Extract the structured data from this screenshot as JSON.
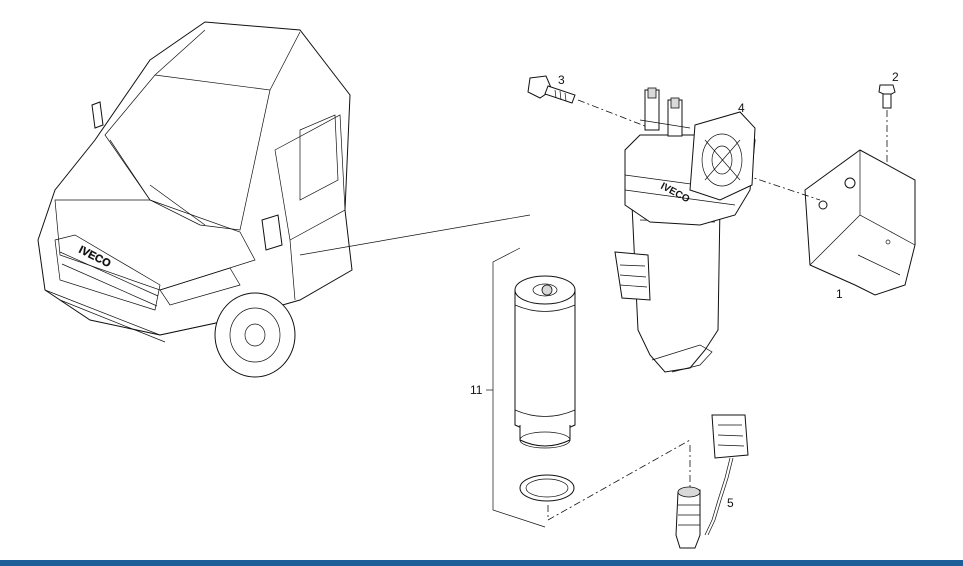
{
  "diagram": {
    "brand_badge": "IVECO",
    "filter_brand": "IVECO",
    "callouts": [
      {
        "id": "1",
        "label": "1"
      },
      {
        "id": "2",
        "label": "2"
      },
      {
        "id": "3",
        "label": "3"
      },
      {
        "id": "4",
        "label": "4"
      },
      {
        "id": "5",
        "label": "5"
      },
      {
        "id": "11",
        "label": "11"
      }
    ]
  },
  "colors": {
    "bottom_bar": "#1d5f99",
    "line": "#111111"
  }
}
